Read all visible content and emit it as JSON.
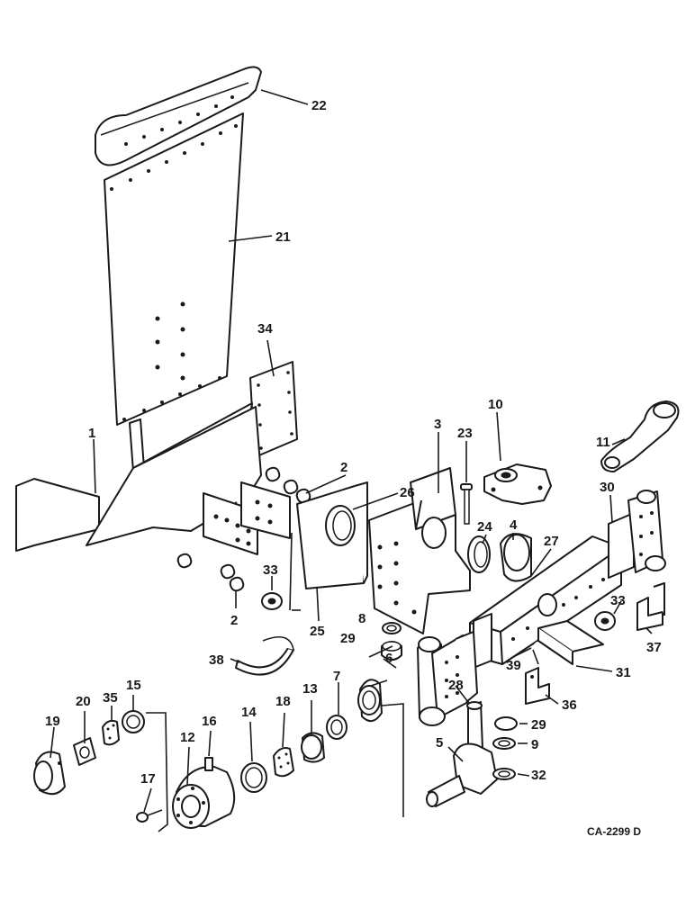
{
  "diagram": {
    "drawing_code": "CA-2299 D",
    "callouts": [
      "1",
      "2",
      "3",
      "4",
      "5",
      "6",
      "7",
      "8",
      "9",
      "10",
      "11",
      "12",
      "13",
      "14",
      "15",
      "16",
      "17",
      "18",
      "19",
      "20",
      "21",
      "22",
      "23",
      "24",
      "25",
      "26",
      "27",
      "28",
      "29",
      "30",
      "31",
      "32",
      "33",
      "34",
      "35",
      "36",
      "37",
      "38",
      "39"
    ],
    "repeated_callouts": {
      "2_lower": "2",
      "29_lower": "29",
      "33_right": "33"
    },
    "parts": {
      "p1": "axle-support-frame",
      "p2": "bushing",
      "p3": "axle-bracket",
      "p4": "sleeve",
      "p5": "steering-knuckle-spindle",
      "p6": "seal",
      "p7": "bearing-cup",
      "p8": "washer",
      "p9": "washer",
      "p10": "steering-arm-block",
      "p11": "steering-arm",
      "p12": "wheel-hub",
      "p13": "bearing-cup",
      "p14": "bearing-cup",
      "p15": "bearing-cup",
      "p16": "grease-fitting",
      "p17": "bolt",
      "p18": "bearing-cone",
      "p19": "hub-cap",
      "p20": "gasket",
      "p21": "shield-panel",
      "p22": "shield-top-strip",
      "p23": "pin",
      "p24": "ring",
      "p25": "support-plate",
      "p26": "reinforcement-plate",
      "p27": "axle-extension",
      "p28": "knuckle-bracket",
      "p29": "washer",
      "p30": "end-plate",
      "p31": "bracket",
      "p32": "washer",
      "p33": "spacer",
      "p34": "plate",
      "p35": "bearing-cone",
      "p36": "bracket",
      "p37": "bracket",
      "p38": "clamp-strap",
      "p39": "clip"
    }
  }
}
